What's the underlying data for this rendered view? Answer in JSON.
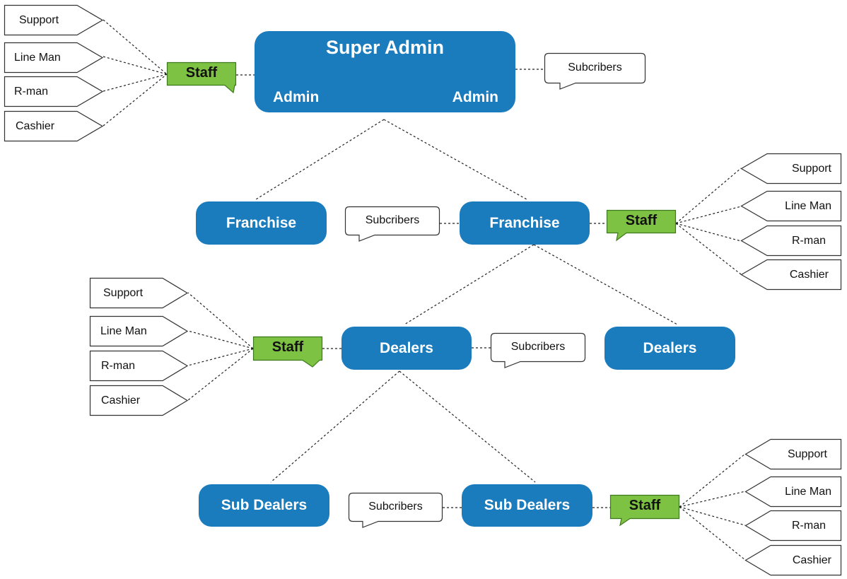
{
  "colors": {
    "node": "#1a7bbd",
    "staff": "#7dc242",
    "staff_border": "#3d7a1e",
    "line": "#222222"
  },
  "super_admin": {
    "title": "Super Admin",
    "admin_left": "Admin",
    "admin_right": "Admin"
  },
  "franchise": {
    "left": "Franchise",
    "right": "Franchise"
  },
  "dealers": {
    "left": "Dealers",
    "right": "Dealers"
  },
  "sub_dealers": {
    "left": "Sub Dealers",
    "right": "Sub Dealers"
  },
  "staff_label": "Staff",
  "subscribers_label": "Subcribers",
  "roles": [
    "Support",
    "Line Man",
    "R-man",
    "Cashier"
  ]
}
